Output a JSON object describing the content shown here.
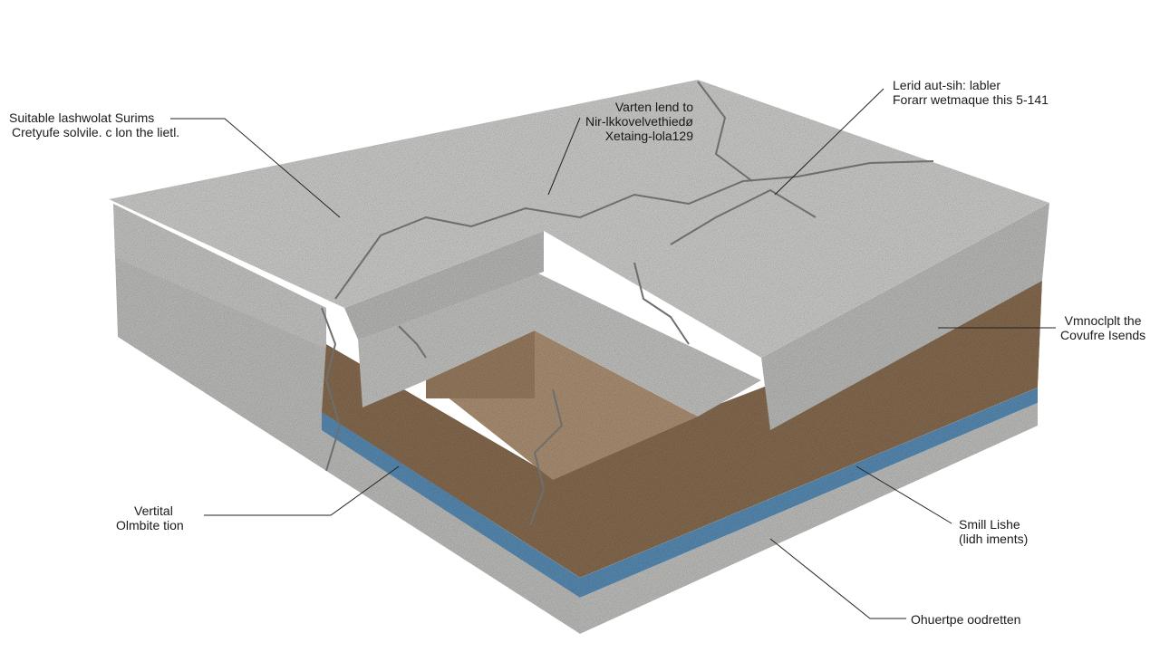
{
  "labels": {
    "top_left": [
      "Suitable lashwolat Surims",
      "Cretyufe solvile. c lon the lietl."
    ],
    "top_center": [
      "Varten lend to",
      "Nir-lkkovelvethiedø",
      "Xetaing-lola129"
    ],
    "top_right": [
      "Lerid aut-sih: labler",
      "Forarr wetmaque this 5-141"
    ],
    "right_middle": [
      "Vmnoclplt the",
      "Covufre Isends"
    ],
    "left_bottom": [
      "Vertital",
      "Olmbite tion"
    ],
    "right_bottom": [
      "Smill Lishe",
      "(lidh iments)"
    ],
    "bottom": [
      "Ohuertpe oodretten"
    ]
  },
  "colors": {
    "concrete_top": "#cfcfcd",
    "concrete_side": "#b9b9b7",
    "soil": "#8a6e52",
    "soil_light": "#b09477",
    "water_layer": "#5b8fb8",
    "base": "#c4c4c2"
  }
}
